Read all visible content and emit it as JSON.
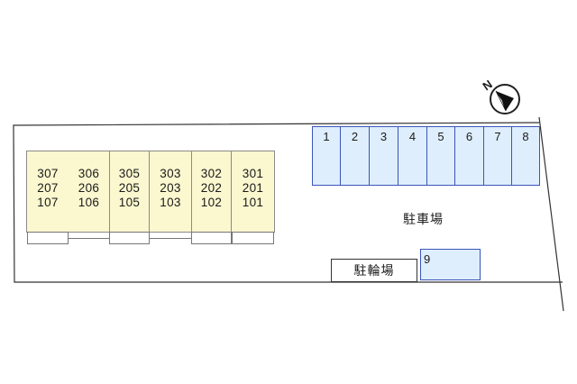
{
  "compass": {
    "label": "N",
    "icon": "north-arrow-icon"
  },
  "building": {
    "columns": [
      {
        "units": [
          "307",
          "207",
          "107"
        ]
      },
      {
        "units": [
          "306",
          "206",
          "106"
        ]
      },
      {
        "units": [
          "305",
          "205",
          "105"
        ]
      },
      {
        "units": [
          "303",
          "203",
          "103"
        ]
      },
      {
        "units": [
          "302",
          "202",
          "102"
        ]
      },
      {
        "units": [
          "301",
          "201",
          "101"
        ]
      }
    ]
  },
  "parking": {
    "label": "駐車場",
    "spaces": [
      "1",
      "2",
      "3",
      "4",
      "5",
      "6",
      "7",
      "8"
    ],
    "extra_space": "9"
  },
  "bike_parking": {
    "label": "駐輪場"
  },
  "colors": {
    "building_fill": "#fbf7cf",
    "parking_fill": "#deeefd",
    "parking_border": "#3a55b8"
  }
}
